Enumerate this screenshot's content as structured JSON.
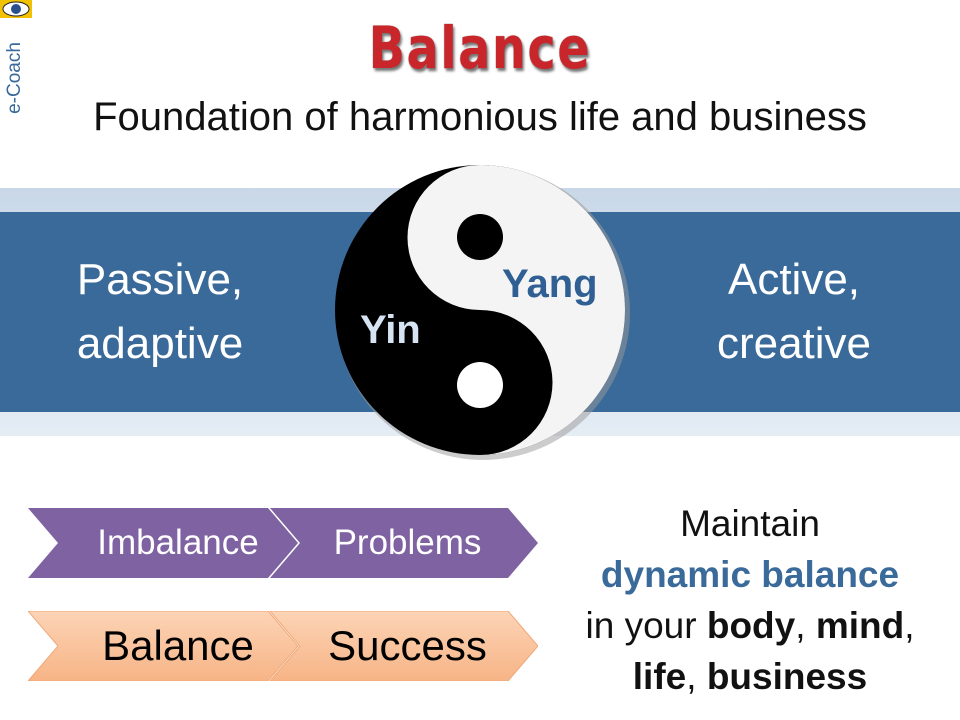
{
  "logo": {
    "text": "e-Coach"
  },
  "title": "Balance",
  "subtitle": "Foundation of harmonious life and business",
  "yin_yang": {
    "left_text": [
      "Passive,",
      "adaptive"
    ],
    "right_text": [
      "Active,",
      "creative"
    ],
    "yin": "Yin",
    "yang": "Yang"
  },
  "chevrons": {
    "row1": [
      "Imbalance",
      "Problems"
    ],
    "row2": [
      "Balance",
      "Success"
    ]
  },
  "message": {
    "line1": "Maintain",
    "line2": "dynamic balance",
    "line3_pre": "in your ",
    "body": "body",
    ",1": ", ",
    "mind": "mind",
    "comma2": ",",
    "life": "life",
    "comma3": ", ",
    "business": "business"
  },
  "colors": {
    "band": "#3a6a9a",
    "purple": "#7e62a1",
    "peach": "#f9bf95",
    "title": "#c8262a"
  }
}
